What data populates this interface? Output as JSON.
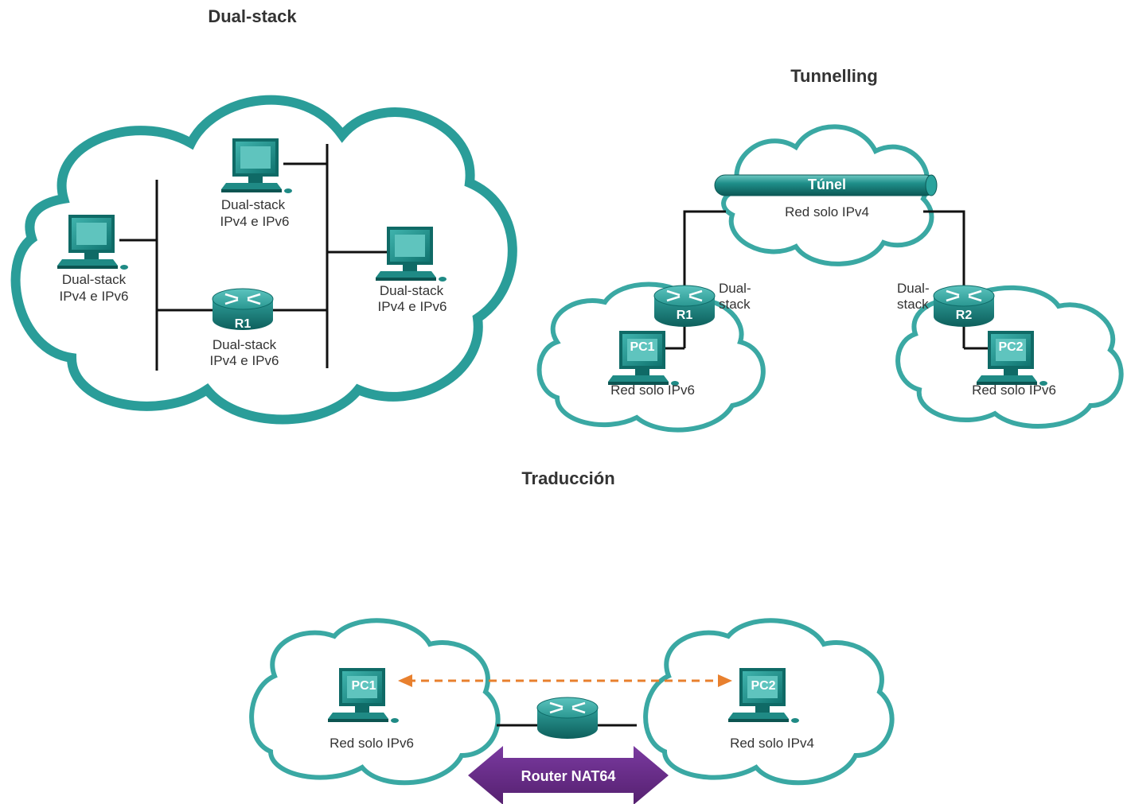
{
  "titles": {
    "dual_stack": "Dual-stack",
    "tunnelling": "Tunnelling",
    "traduccion": "Traducción"
  },
  "dual_stack": {
    "pc_top_label": [
      "Dual-stack",
      "IPv4 e IPv6"
    ],
    "pc_left_label": [
      "Dual-stack",
      "IPv4 e IPv6"
    ],
    "pc_right_label": [
      "Dual-stack",
      "IPv4 e IPv6"
    ],
    "router_name": "R1",
    "router_label": [
      "Dual-stack",
      "IPv4 e IPv6"
    ]
  },
  "tunnelling": {
    "tunnel_label": "Túnel",
    "cloud_center_label": "Red solo IPv4",
    "r1_name": "R1",
    "r1_label": [
      "Dual-",
      "stack"
    ],
    "r2_name": "R2",
    "r2_label": [
      "Dual-",
      "stack"
    ],
    "pc1_name": "PC1",
    "pc1_cloud_label": "Red solo IPv6",
    "pc2_name": "PC2",
    "pc2_cloud_label": "Red solo IPv6"
  },
  "traduccion": {
    "pc1_name": "PC1",
    "pc1_cloud_label": "Red solo IPv6",
    "pc2_name": "PC2",
    "pc2_cloud_label": "Red solo IPv4",
    "router_label": "Router NAT64"
  },
  "colors": {
    "teal": "#2a9d99",
    "teal_dark": "#0e6b68",
    "arrow_orange": "#e8802e",
    "nat_purple": "#6a2c8f"
  }
}
